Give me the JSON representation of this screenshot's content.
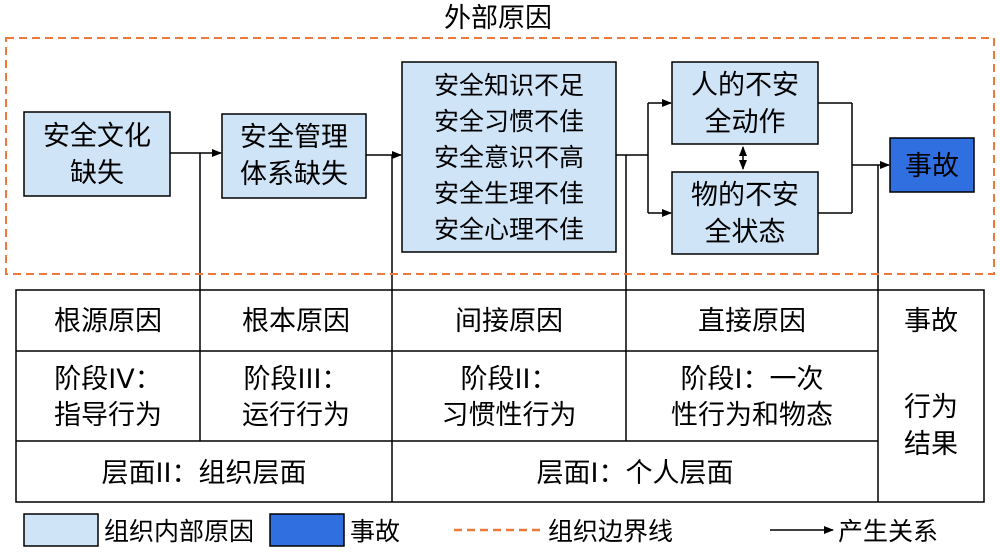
{
  "diagram": {
    "outer_label": "外部原因",
    "boxes": {
      "culture": [
        "安全文化",
        "缺失"
      ],
      "management": [
        "安全管理",
        "体系缺失"
      ],
      "indirect": [
        "安全知识不足",
        "安全习惯不佳",
        "安全意识不高",
        "安全生理不佳",
        "安全心理不佳"
      ],
      "unsafe_act": [
        "人的不安",
        "全动作"
      ],
      "unsafe_state": [
        "物的不安",
        "全状态"
      ],
      "accident": "事故"
    },
    "cause_row": [
      "根源原因",
      "根本原因",
      "间接原因",
      "直接原因",
      "事故"
    ],
    "stage_row": [
      [
        "阶段IV：",
        "指导行为"
      ],
      [
        "阶段III：",
        "运行行为"
      ],
      [
        "阶段II：",
        "习惯性行为"
      ],
      [
        "阶段I：一次",
        "性行为和物态"
      ]
    ],
    "result_label": [
      "行为",
      "结果"
    ],
    "level_row": [
      "层面II：组织层面",
      "层面I：个人层面"
    ]
  },
  "legend": [
    {
      "label": "组织内部原因",
      "kind": "light-box"
    },
    {
      "label": "事故",
      "kind": "dark-box"
    },
    {
      "label": "组织边界线",
      "kind": "dashed-line"
    },
    {
      "label": "产生关系",
      "kind": "arrow"
    }
  ],
  "colors": {
    "light_box": "#cfe4f7",
    "accident_box": "#2f6fe0",
    "boundary": "#ec7a3c",
    "line": "#000000"
  }
}
